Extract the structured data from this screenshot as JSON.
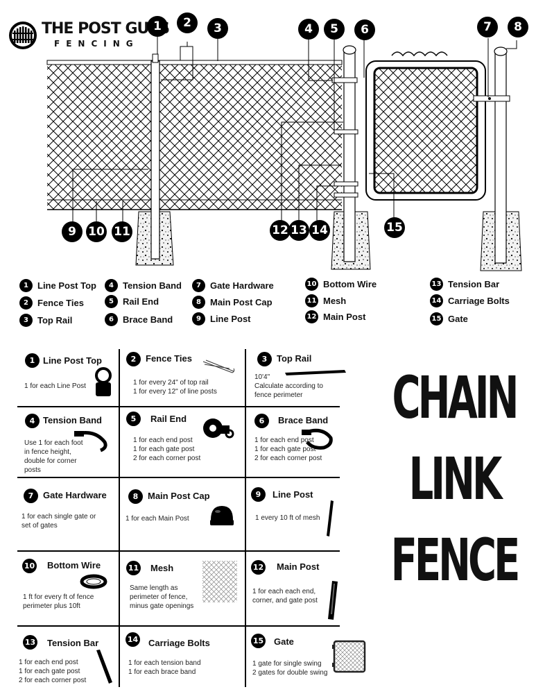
{
  "brand": {
    "name": "THE POST GUYS",
    "sub": "FENCING"
  },
  "title_lines": [
    "CHAIN",
    "LINK",
    "FENCE"
  ],
  "legend": [
    {
      "num": "1",
      "label": "Line Post Top"
    },
    {
      "num": "2",
      "label": "Fence Ties"
    },
    {
      "num": "3",
      "label": "Top Rail"
    },
    {
      "num": "4",
      "label": "Tension Band"
    },
    {
      "num": "5",
      "label": "Rail End"
    },
    {
      "num": "6",
      "label": "Brace Band"
    },
    {
      "num": "7",
      "label": "Gate Hardware"
    },
    {
      "num": "8",
      "label": "Main Post Cap"
    },
    {
      "num": "9",
      "label": "Line Post"
    },
    {
      "num": "10",
      "label": "Bottom Wire"
    },
    {
      "num": "11",
      "label": "Mesh"
    },
    {
      "num": "12",
      "label": "Main Post"
    },
    {
      "num": "13",
      "label": "Tension Bar"
    },
    {
      "num": "14",
      "label": "Carriage Bolts"
    },
    {
      "num": "15",
      "label": "Gate"
    }
  ],
  "parts": [
    {
      "num": "1",
      "title": "Line Post Top",
      "desc": [
        "1 for each Line Post"
      ]
    },
    {
      "num": "2",
      "title": "Fence Ties",
      "desc": [
        "1 for every 24\" of top rail",
        "1 for every 12\" of line posts"
      ]
    },
    {
      "num": "3",
      "title": "Top Rail",
      "desc": [
        "10'4\"",
        "Calculate according to",
        "fence perimeter"
      ]
    },
    {
      "num": "4",
      "title": "Tension Band",
      "desc": [
        "Use 1 for each foot",
        "in fence height,",
        "double for corner",
        "posts"
      ]
    },
    {
      "num": "5",
      "title": "Rail End",
      "desc": [
        "1 for each end post",
        "1 for each gate post",
        "2 for each corner post"
      ]
    },
    {
      "num": "6",
      "title": "Brace Band",
      "desc": [
        "1 for each end post",
        "1 for each gate post",
        "2 for each corner post"
      ]
    },
    {
      "num": "7",
      "title": "Gate Hardware",
      "desc": [
        "1 for each single gate or",
        "set of gates"
      ]
    },
    {
      "num": "8",
      "title": "Main Post Cap",
      "desc": [
        "1 for each Main Post"
      ]
    },
    {
      "num": "9",
      "title": "Line Post",
      "desc": [
        "1 every 10 ft of mesh"
      ]
    },
    {
      "num": "10",
      "title": "Bottom Wire",
      "desc": [
        "1 ft for every ft of fence",
        "perimeter plus 10ft"
      ]
    },
    {
      "num": "11",
      "title": "Mesh",
      "desc": [
        "Same length as",
        "perimeter of fence,",
        "minus gate openings"
      ]
    },
    {
      "num": "12",
      "title": "Main Post",
      "desc": [
        "1 for each each end,",
        "corner, and gate post"
      ]
    },
    {
      "num": "13",
      "title": "Tension Bar",
      "desc": [
        "1 for each end post",
        "1 for each gate post",
        "2 for each corner post"
      ]
    },
    {
      "num": "14",
      "title": "Carriage Bolts",
      "desc": [
        "1 for each tension band",
        "1 for each brace band"
      ]
    },
    {
      "num": "15",
      "title": "Gate",
      "desc": [
        "1  gate for single swing",
        "2 gates for double swing"
      ]
    }
  ],
  "colors": {
    "ink": "#000000",
    "paper": "#ffffff",
    "concrete": "#e9e9e9"
  },
  "icons": [
    "fence-logo-icon",
    "post-cap-icon",
    "fence-tie-icon",
    "rail-icon",
    "band-icon",
    "rail-end-icon",
    "dome-cap-icon",
    "post-icon",
    "wire-coil-icon",
    "mesh-icon",
    "gate-icon"
  ]
}
